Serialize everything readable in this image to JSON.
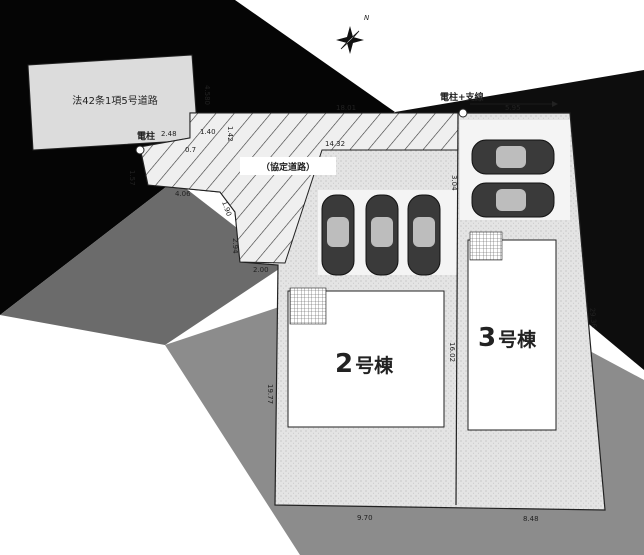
{
  "plan": {
    "road_label": "法42条1項5号道路",
    "road_width": "4.580",
    "agreement_road": "（協定道路）",
    "pole_label": "電柱",
    "pole_support_label": "電柱+支線",
    "north_label": "N",
    "building_2": {
      "number": "2",
      "suffix": "号棟"
    },
    "building_3": {
      "number": "3",
      "suffix": "号棟"
    }
  },
  "dimensions": {
    "top_total": "18.01",
    "top_right": "5.95",
    "road_inner": "14.32",
    "left_small": "2.48",
    "left_step": "1.40",
    "post_gap": "0.7",
    "diag_a": "1.42",
    "diag_b": "1.57",
    "diag_c": "4.06",
    "diag_d": "1.90",
    "flag_side": "2.94",
    "flag_bottom": "2.00",
    "mid_depth": "16.02",
    "left_side": "19.77",
    "right_side": "29.36",
    "bottom_left": "9.70",
    "bottom_right": "8.48",
    "right_top": "3.04"
  }
}
